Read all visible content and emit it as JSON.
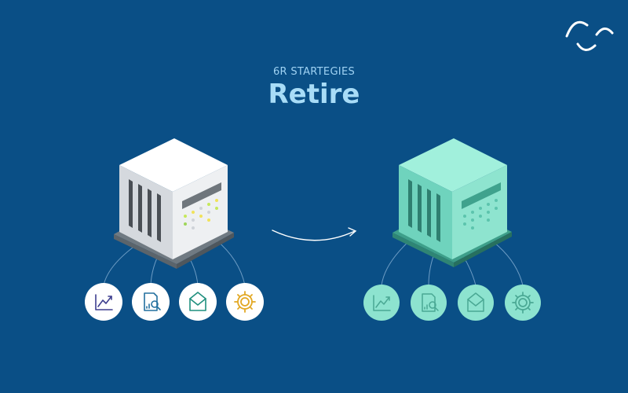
{
  "header": {
    "subtitle": "6R STARTEGIES",
    "title": "Retire"
  },
  "colors": {
    "background": "#0a4f86",
    "title": "#a8dcf7",
    "active_server": "#ffffff",
    "retired_server": "#8de3cf"
  },
  "left_group": {
    "state": "active",
    "icons": [
      "line-chart-icon",
      "document-search-icon",
      "mail-icon",
      "gear-icon"
    ]
  },
  "right_group": {
    "state": "retired",
    "icons": [
      "line-chart-icon",
      "document-search-icon",
      "mail-icon",
      "gear-icon"
    ]
  },
  "transition": "arrow-right-icon",
  "brand": "logo-icon"
}
